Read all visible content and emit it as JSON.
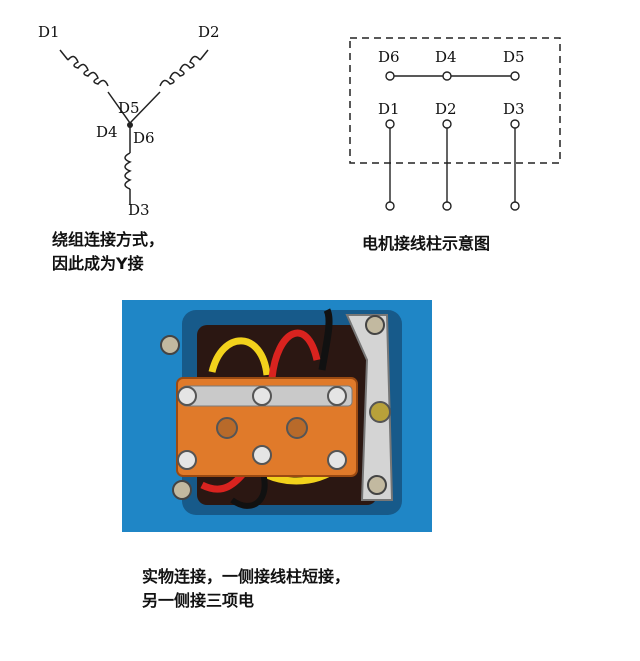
{
  "star_diagram": {
    "labels": {
      "d1": "D1",
      "d2": "D2",
      "d3": "D3",
      "d4": "D4",
      "d5": "D5",
      "d6": "D6"
    },
    "caption_line1": "绕组连接方式，",
    "caption_line2": "因此成为Y接"
  },
  "terminal_diagram": {
    "top_row": [
      "D6",
      "D4",
      "D5"
    ],
    "bottom_row": [
      "D1",
      "D2",
      "D3"
    ],
    "caption": "电机接线柱示意图"
  },
  "photo": {
    "caption_line1": "实物连接，一侧接线柱短接，",
    "caption_line2": "另一侧接三项电"
  },
  "colors": {
    "housing_blue": "#1f86c6",
    "terminal_block": "#e07a2a",
    "wire_red": "#d9231f",
    "wire_yellow": "#f2d21c",
    "wire_black": "#111111"
  }
}
